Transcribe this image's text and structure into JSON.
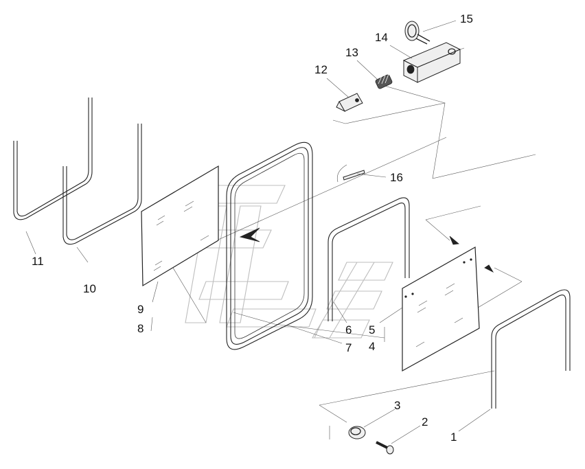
{
  "diagram": {
    "callouts": [
      {
        "id": "1",
        "label": "1"
      },
      {
        "id": "2",
        "label": "2"
      },
      {
        "id": "3",
        "label": "3"
      },
      {
        "id": "4",
        "label": "4"
      },
      {
        "id": "5",
        "label": "5"
      },
      {
        "id": "6",
        "label": "6"
      },
      {
        "id": "7",
        "label": "7"
      },
      {
        "id": "8",
        "label": "8"
      },
      {
        "id": "9",
        "label": "9"
      },
      {
        "id": "10",
        "label": "10"
      },
      {
        "id": "11",
        "label": "11"
      },
      {
        "id": "12",
        "label": "12"
      },
      {
        "id": "13",
        "label": "13"
      },
      {
        "id": "14",
        "label": "14"
      },
      {
        "id": "15",
        "label": "15"
      },
      {
        "id": "16",
        "label": "16"
      }
    ],
    "colors": {
      "ink": "#222222",
      "watermark": "#bdbdbd",
      "background": "#ffffff"
    }
  }
}
